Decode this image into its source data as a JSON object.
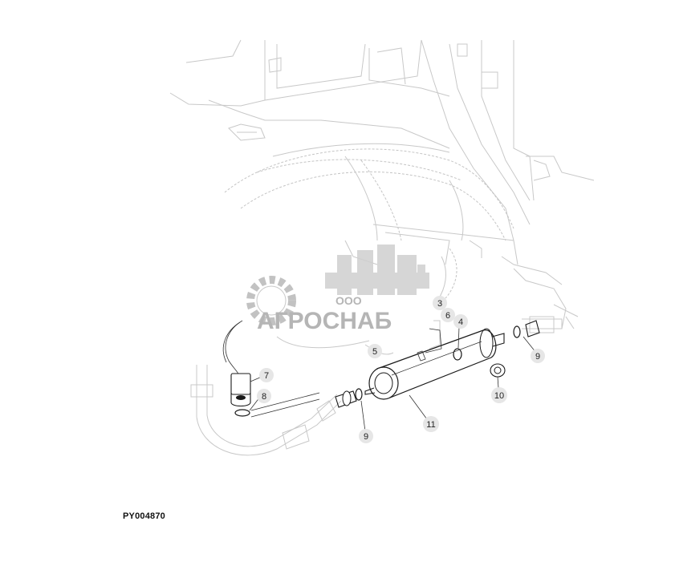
{
  "figure_id": "PY004870",
  "watermark": {
    "company_prefix": "ООО",
    "company_name": "АГРОСНАБ"
  },
  "callouts": [
    {
      "id": "c3",
      "label": "3"
    },
    {
      "id": "c4",
      "label": "4"
    },
    {
      "id": "c5",
      "label": "5"
    },
    {
      "id": "c6",
      "label": "6"
    },
    {
      "id": "c7",
      "label": "7"
    },
    {
      "id": "c8",
      "label": "8"
    },
    {
      "id": "c9a",
      "label": "9"
    },
    {
      "id": "c9b",
      "label": "9"
    },
    {
      "id": "c10",
      "label": "10"
    },
    {
      "id": "c11",
      "label": "11"
    }
  ],
  "colors": {
    "line_dark": "#1a1a1a",
    "line_light": "#c8c8c8",
    "callout_bg": "#e6e6e6",
    "watermark": "#a9a9a9"
  }
}
